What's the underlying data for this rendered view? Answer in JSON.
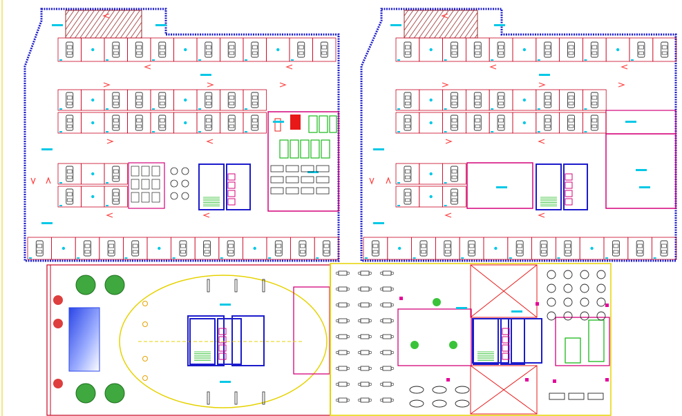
{
  "drawing": {
    "kind": "architectural-floor-plan",
    "labels": [],
    "colors": {
      "wall": "#1a1acc",
      "partition": "#d4007a",
      "stall_line": "#c8001e",
      "vehicle": "#333333",
      "marker": "#00c8e6",
      "arrow": "#ff3b3b",
      "yellow_line": "#e6d200",
      "pool": "#2b5cf0",
      "tree": "#3fa83f",
      "hatch": "#9a2a2a",
      "green_room": "#18b818",
      "furniture": "#222222"
    },
    "panels": [
      {
        "name": "upper-left-parking-level",
        "rows_of_stalls": 5,
        "note_marker_icons": "cyan-text-placeholders"
      },
      {
        "name": "upper-right-parking-level",
        "rows_of_stalls": 5,
        "note_marker_icons": "cyan-text-placeholders"
      },
      {
        "name": "lower-left-ground-plan",
        "features": [
          "pool",
          "trees",
          "oval-forecourt",
          "core"
        ]
      },
      {
        "name": "lower-right-office-layout",
        "features": [
          "workstations",
          "meeting-tables",
          "voids",
          "core"
        ]
      }
    ]
  }
}
